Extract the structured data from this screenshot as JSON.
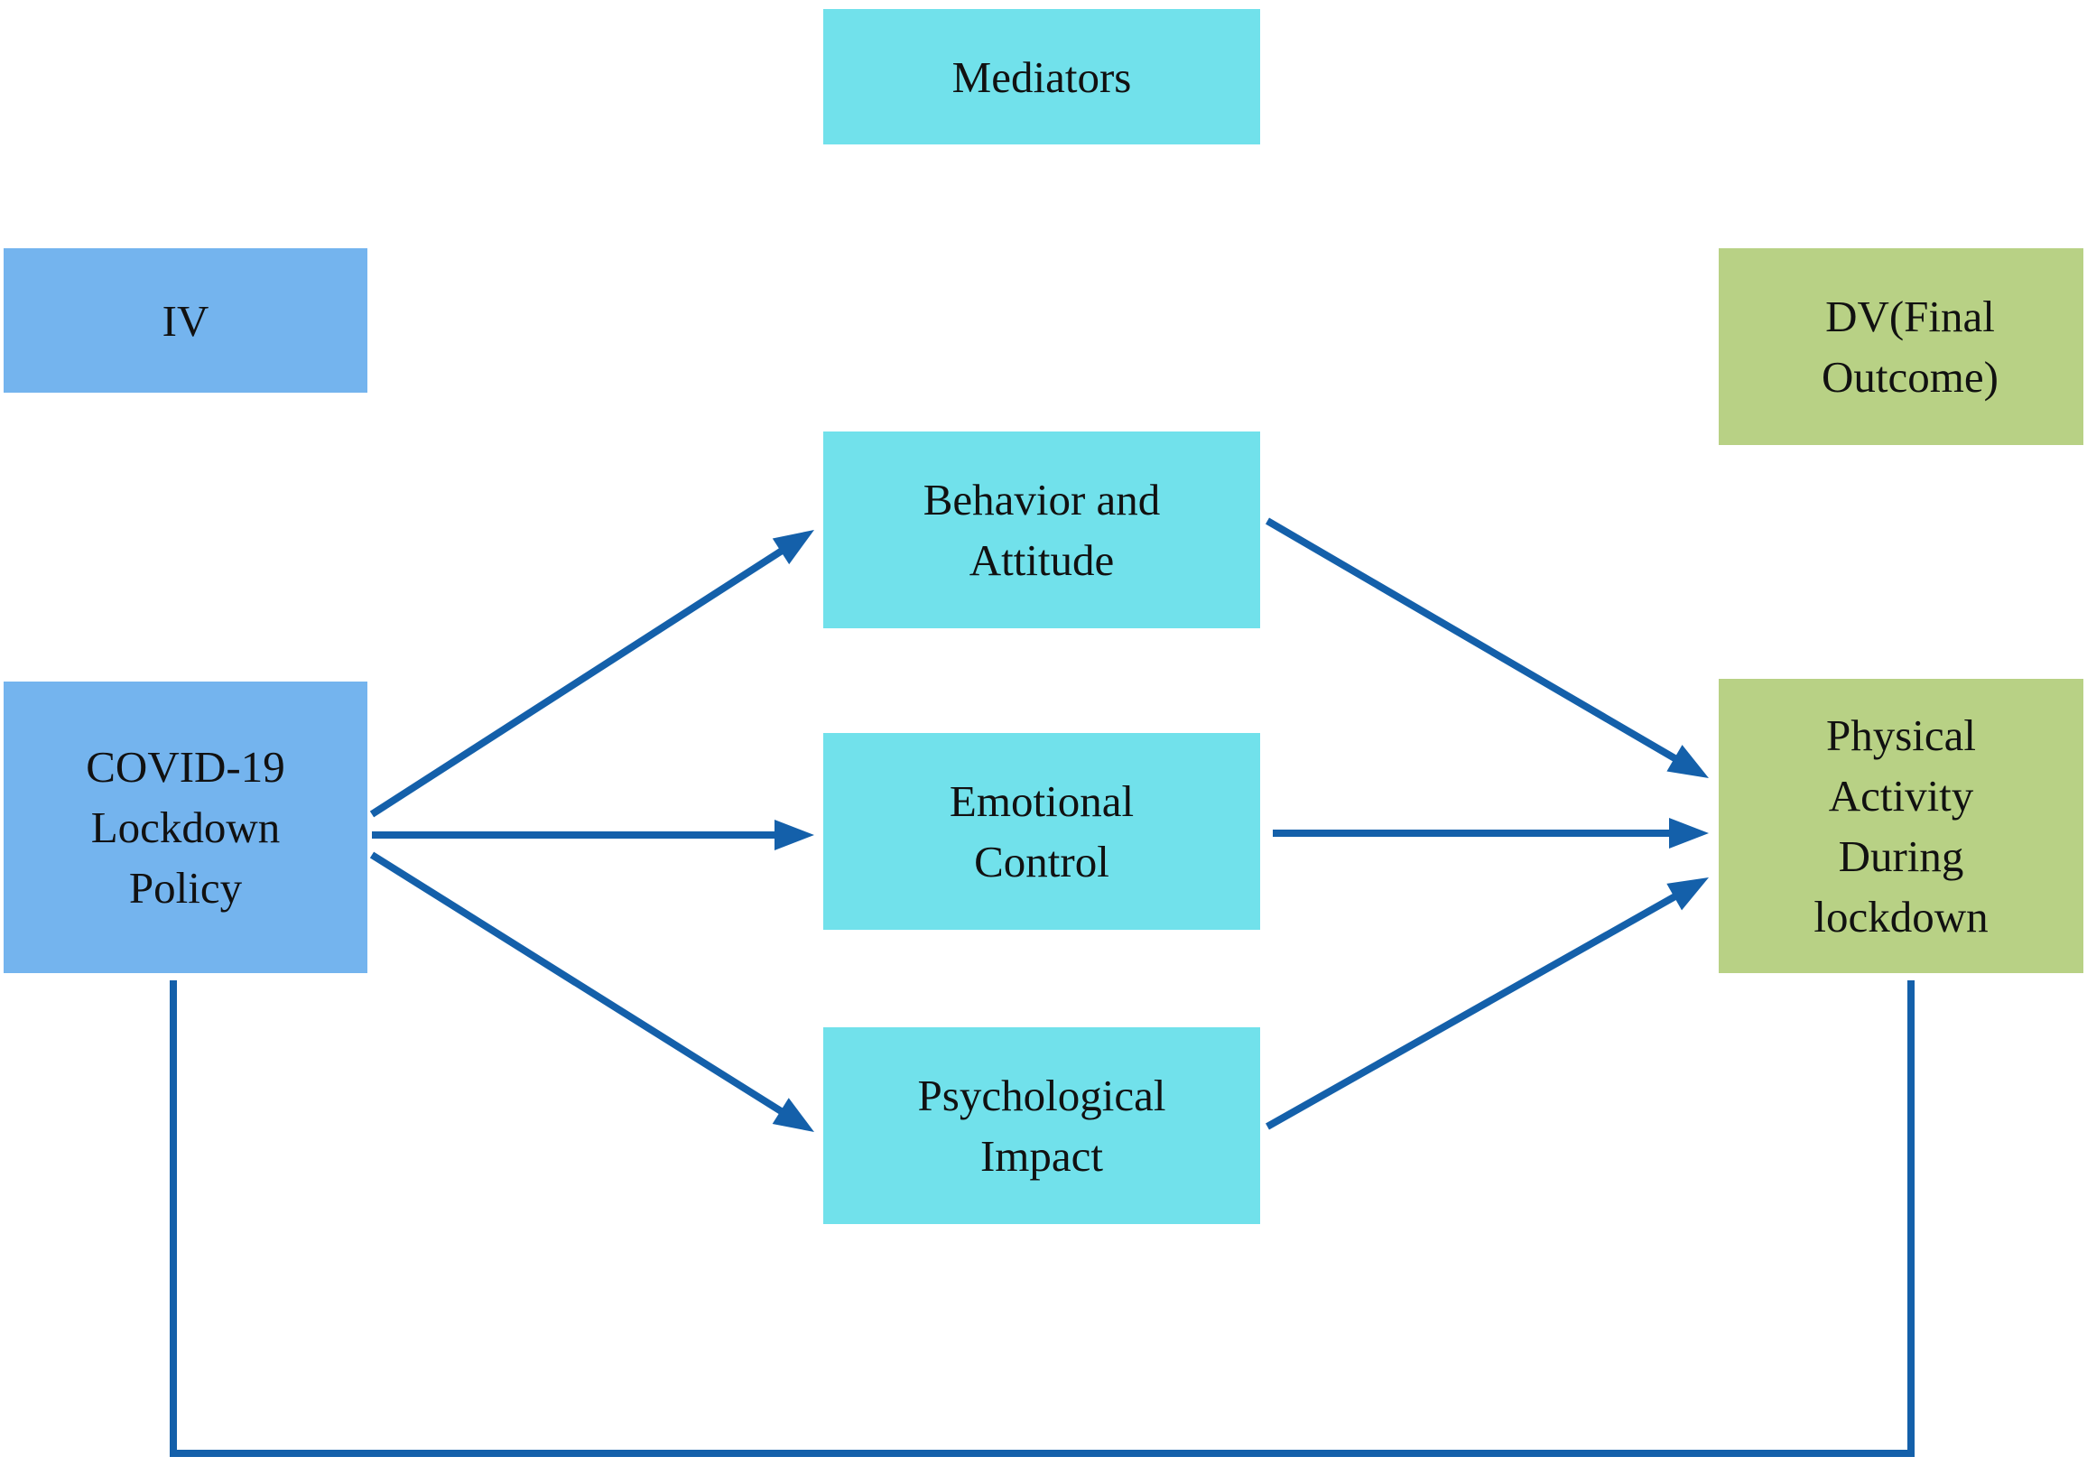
{
  "colors": {
    "iv_fill": "#74B4EE",
    "mediator_fill": "#71E1EB",
    "dv_fill": "#B8D185",
    "arrow": "#1460AA",
    "text": "#111111"
  },
  "headers": {
    "mediators": [
      "Mediators"
    ],
    "iv": [
      "IV"
    ],
    "dv": [
      "DV(Final",
      "Outcome)"
    ]
  },
  "nodes": {
    "iv": [
      "COVID-19",
      "Lockdown",
      "Policy"
    ],
    "behavior": [
      "Behavior and",
      "Attitude"
    ],
    "emotional": [
      "Emotional",
      "Control"
    ],
    "psychological": [
      "Psychological",
      "Impact"
    ],
    "dv": [
      "Physical",
      "Activity",
      "During",
      "lockdown"
    ]
  },
  "edges": [
    {
      "from": "iv",
      "to": "behavior",
      "arrow": true
    },
    {
      "from": "iv",
      "to": "emotional",
      "arrow": true
    },
    {
      "from": "iv",
      "to": "psychological",
      "arrow": true
    },
    {
      "from": "behavior",
      "to": "dv",
      "arrow": true
    },
    {
      "from": "emotional",
      "to": "dv",
      "arrow": true
    },
    {
      "from": "psychological",
      "to": "dv",
      "arrow": true
    },
    {
      "from": "iv",
      "to": "dv",
      "arrow": false,
      "route": "bottom"
    }
  ]
}
